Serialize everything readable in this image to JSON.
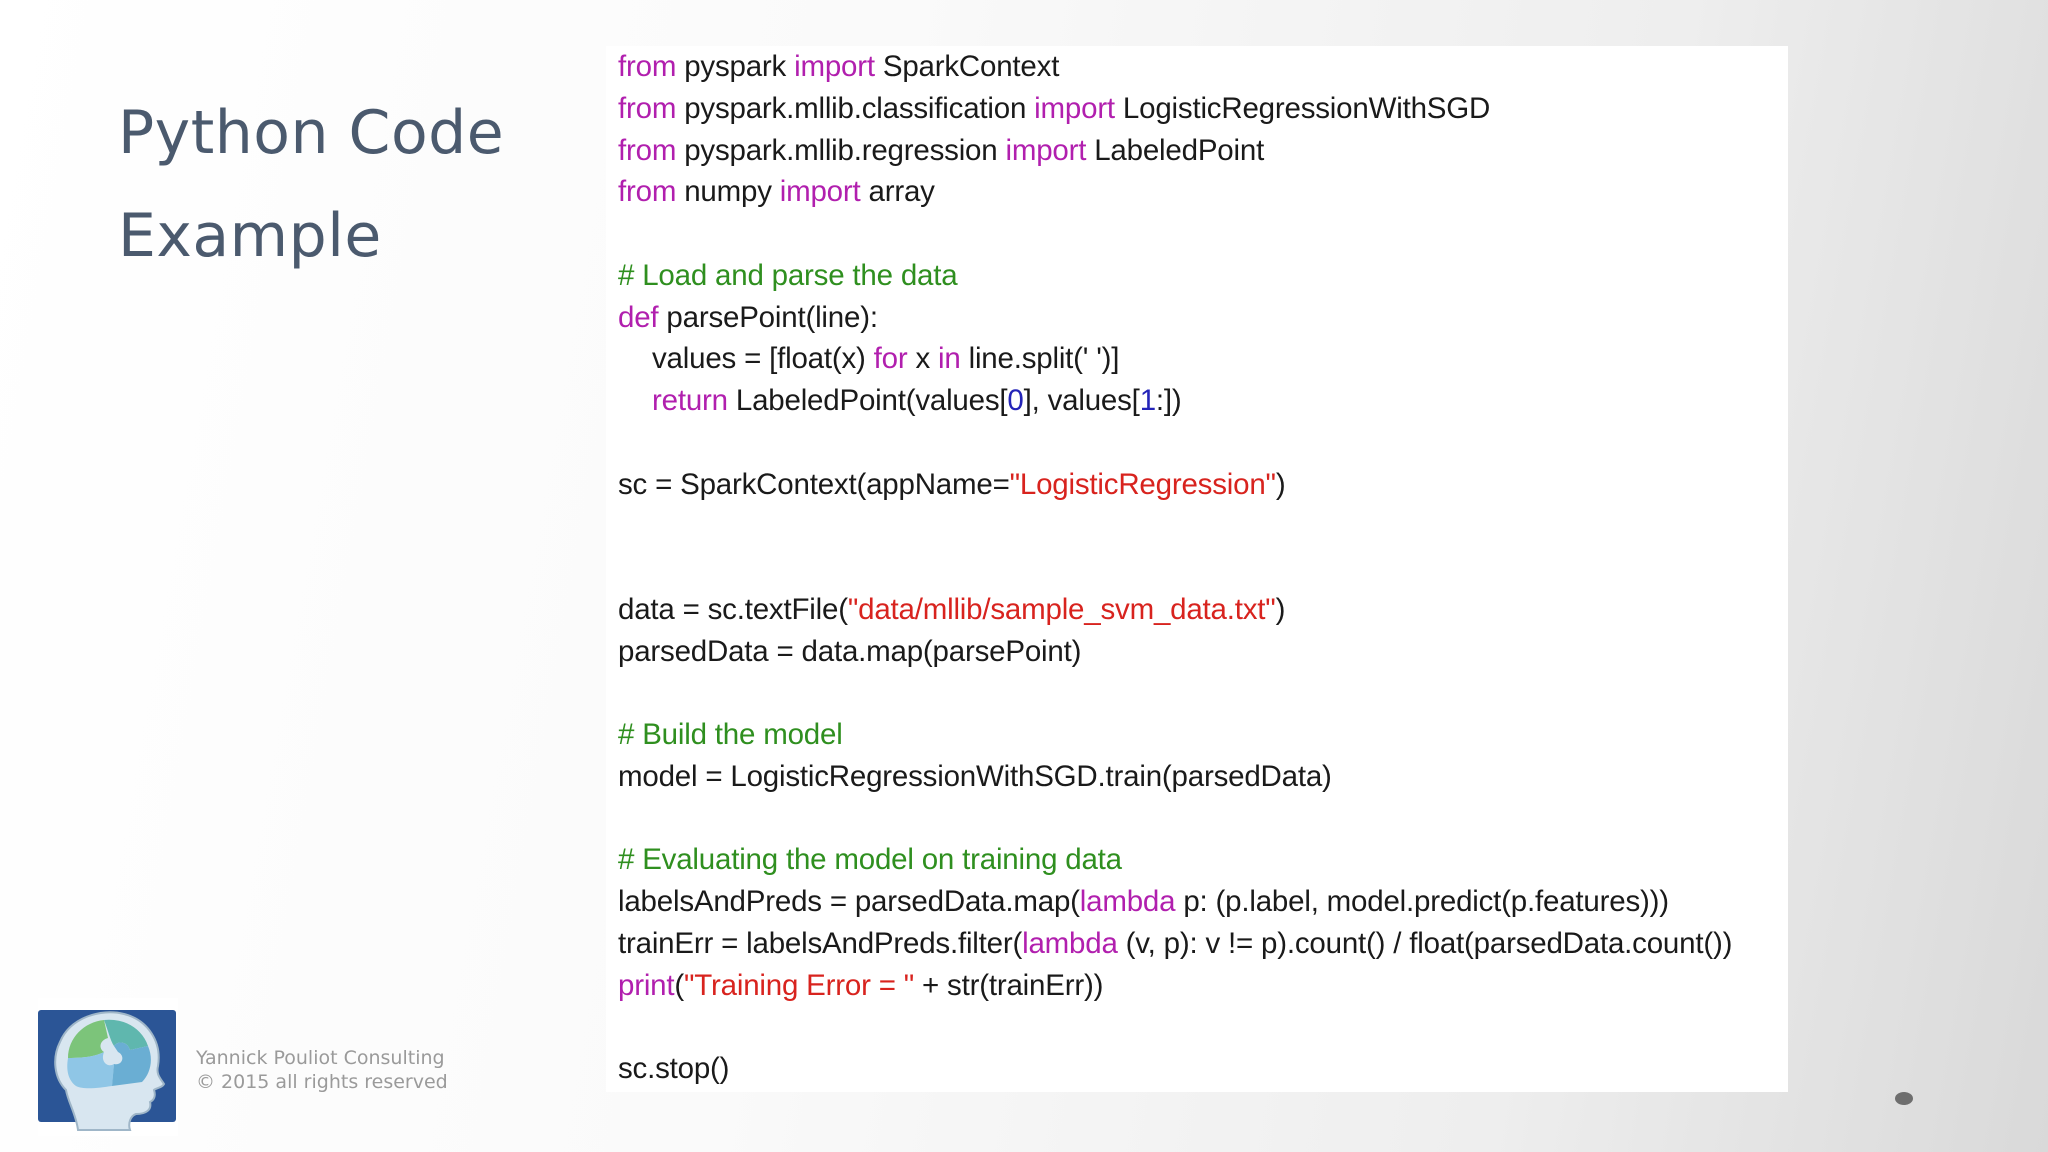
{
  "slide": {
    "title_line1": "Python Code",
    "title_line2": "Example"
  },
  "code_lines": [
    [
      [
        "kw",
        "from"
      ],
      [
        "plain",
        " pyspark "
      ],
      [
        "kw",
        "import"
      ],
      [
        "plain",
        " SparkContext"
      ]
    ],
    [
      [
        "kw",
        "from"
      ],
      [
        "plain",
        " pyspark.mllib.classification "
      ],
      [
        "kw",
        "import"
      ],
      [
        "plain",
        " LogisticRegressionWithSGD"
      ]
    ],
    [
      [
        "kw",
        "from"
      ],
      [
        "plain",
        " pyspark.mllib.regression "
      ],
      [
        "kw",
        "import"
      ],
      [
        "plain",
        " LabeledPoint"
      ]
    ],
    [
      [
        "kw",
        "from"
      ],
      [
        "plain",
        " numpy "
      ],
      [
        "kw",
        "import"
      ],
      [
        "plain",
        " array"
      ]
    ],
    [],
    [
      [
        "comment",
        "# Load and parse the data"
      ]
    ],
    [
      [
        "kw",
        "def"
      ],
      [
        "plain",
        " parsePoint(line):"
      ]
    ],
    [
      [
        "plain",
        "values = [float(x) "
      ],
      [
        "kw",
        "for"
      ],
      [
        "plain",
        " x "
      ],
      [
        "kw",
        "in"
      ],
      [
        "plain",
        " line.split(' ')]"
      ]
    ],
    [
      [
        "kw",
        "return"
      ],
      [
        "plain",
        " LabeledPoint(values["
      ],
      [
        "num",
        "0"
      ],
      [
        "plain",
        "], values["
      ],
      [
        "num",
        "1"
      ],
      [
        "plain",
        ":])"
      ]
    ],
    [],
    [
      [
        "plain",
        "sc = SparkContext(appName="
      ],
      [
        "str",
        "\"LogisticRegression\""
      ],
      [
        "plain",
        ")"
      ]
    ],
    [],
    [],
    [
      [
        "plain",
        "data = sc.textFile("
      ],
      [
        "str",
        "\"data/mllib/sample_svm_data.txt\""
      ],
      [
        "plain",
        ")"
      ]
    ],
    [
      [
        "plain",
        "parsedData = data.map(parsePoint)"
      ]
    ],
    [],
    [
      [
        "comment",
        "# Build the model"
      ]
    ],
    [
      [
        "plain",
        "model = LogisticRegressionWithSGD.train(parsedData)"
      ]
    ],
    [],
    [
      [
        "comment",
        "# Evaluating the model on training data"
      ]
    ],
    [
      [
        "plain",
        "labelsAndPreds = parsedData.map("
      ],
      [
        "kw",
        "lambda"
      ],
      [
        "plain",
        " p: (p.label, model.predict(p.features)))"
      ]
    ],
    [
      [
        "plain",
        "trainErr = labelsAndPreds.filter("
      ],
      [
        "kw",
        "lambda"
      ],
      [
        "plain",
        " (v, p): v != p).count() / float(parsedData.count())"
      ]
    ],
    [
      [
        "kw",
        "print"
      ],
      [
        "plain",
        "("
      ],
      [
        "str",
        "\"Training Error = \""
      ],
      [
        "plain",
        " + str(trainErr))"
      ]
    ],
    [],
    [
      [
        "plain",
        "sc.stop()"
      ]
    ]
  ],
  "footer": {
    "company": "Yannick Pouliot Consulting",
    "copyright": "© 2015 all rights reserved"
  },
  "logo": {
    "icon": "head-puzzle-logo",
    "colors": {
      "background": "#2b5596",
      "puzzle_teal": "#5fb7ae",
      "puzzle_green": "#7cc47a",
      "puzzle_lightblue": "#8fc6e6",
      "head": "#d8e6f0"
    }
  },
  "colors": {
    "title": "#4b5a6e",
    "keyword": "#b11fae",
    "comment": "#2f8f1f",
    "string": "#d8231e",
    "number": "#2424b8",
    "code_text": "#1a1a1a"
  }
}
